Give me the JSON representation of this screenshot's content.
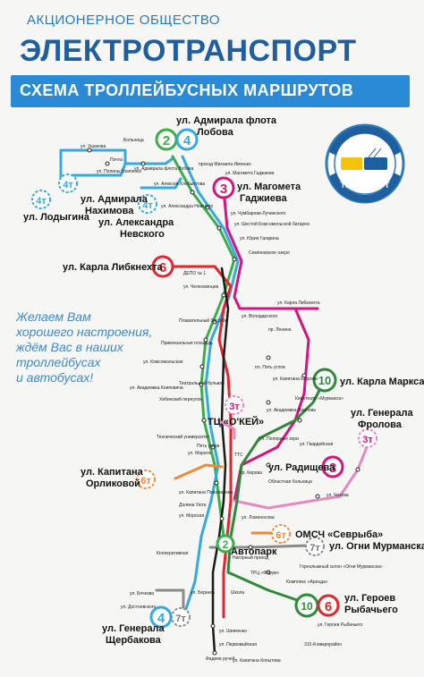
{
  "header": {
    "company": "АКЦИОНЕРНОЕ ОБЩЕСТВО",
    "title": "ЭЛЕКТРОТРАНСПОРТ",
    "subtitle": "СХЕМА ТРОЛЛЕЙБУСНЫХ МАРШРУТОВ"
  },
  "logo": {
    "top": "ЭЛЕКТРО",
    "bottom": "ТРАНСПОРТ"
  },
  "greeting": [
    "Желаем Вам",
    "хорошего настроения,",
    "ждём Вас в наших",
    "троллейбусах",
    "и автобусах!"
  ],
  "colors": {
    "route2": "#3cae49",
    "route4": "#36a9e1",
    "route4t": "#36a9e1",
    "route3": "#d4147f",
    "route3t": "#e48ac0",
    "route6": "#e3262d",
    "route6t": "#ef8a3c",
    "route10": "#2e8a3a",
    "route7t": "#8a8a8a",
    "route9": "#1a1a1a",
    "background": "#f6f6f4",
    "heading": "#1f5fa0",
    "band": "#2a8ad6"
  },
  "terminals": [
    {
      "id": "t-2",
      "label": "2",
      "color": "#3cae49",
      "dashed": false
    },
    {
      "id": "t-4",
      "label": "4",
      "color": "#36a9e1",
      "dashed": false
    },
    {
      "id": "t-3",
      "label": "3",
      "color": "#d4147f",
      "dashed": false
    },
    {
      "id": "t-4t-a",
      "label": "4т",
      "color": "#36a9e1",
      "dashed": true
    },
    {
      "id": "t-4t-b",
      "label": "4т",
      "color": "#36a9e1",
      "dashed": true
    },
    {
      "id": "t-4t-c",
      "label": "4т",
      "color": "#36a9e1",
      "dashed": true
    },
    {
      "id": "t-6",
      "label": "6",
      "color": "#e3262d",
      "dashed": false
    },
    {
      "id": "t-10",
      "label": "10",
      "color": "#2e8a3a",
      "dashed": false
    },
    {
      "id": "t-3t-a",
      "label": "3т",
      "color": "#e48ac0",
      "dashed": true
    },
    {
      "id": "t-3t-b",
      "label": "3т",
      "color": "#e48ac0",
      "dashed": true
    },
    {
      "id": "t-3-b",
      "label": "3",
      "color": "#d4147f",
      "dashed": false
    },
    {
      "id": "t-6t-a",
      "label": "6т",
      "color": "#ef8a3c",
      "dashed": true
    },
    {
      "id": "t-6t-b",
      "label": "6т",
      "color": "#ef8a3c",
      "dashed": true
    },
    {
      "id": "t-2-b",
      "label": "2",
      "color": "#3cae49",
      "dashed": false
    },
    {
      "id": "t-7t-a",
      "label": "7т",
      "color": "#8a8a8a",
      "dashed": true
    },
    {
      "id": "t-7t-b",
      "label": "7т",
      "color": "#8a8a8a",
      "dashed": true
    },
    {
      "id": "t-4-b",
      "label": "4",
      "color": "#36a9e1",
      "dashed": false
    },
    {
      "id": "t-10-b",
      "label": "10",
      "color": "#2e8a3a",
      "dashed": false
    },
    {
      "id": "t-6-b",
      "label": "6",
      "color": "#e3262d",
      "dashed": false
    }
  ],
  "terminal_labels": [
    "ул. Адмирала флота",
    "Лобова",
    "ул. Магомета",
    "Гаджиева",
    "ул. Адмирала",
    "Нахимова",
    "ул. Лодыгина",
    "ул. Александра",
    "Невского",
    "ул. Карла Либкнехта",
    "ул. Карла Маркса",
    "ТЦ «О'КЕЙ»",
    "ул. Генерала",
    "Фролова",
    "ул. Радищева",
    "ул. Капитана",
    "Орликовой",
    "ОМСЧ «Севрыба»",
    "Автопарк",
    "ул. Огни Мурманска",
    "ул. Генерала",
    "Щербакова",
    "ул. Героев",
    "Рыбачьего"
  ],
  "stops": [
    "ул. Ушакова",
    "Больница",
    "Почта",
    "ул. Полины Осипенко",
    "ул. Адмирала флота Лобова",
    "проезд Михаила Ивченко",
    "ул. Магомета Гаджиева",
    "ул. Алексея Хлобыстова",
    "ул. Александра Невского",
    "ул. Чумбарова-Лучинского",
    "ул. Шестой Комсомольской батареи",
    "ул. Юрия Гагарина",
    "Семёновское озеро",
    "ДЕПО № 1",
    "ул. Челюскинцев",
    "ул. Карла Либкнехта",
    "Плавательный бассейн",
    "ул. Володарского",
    "пр. Ленина",
    "Привокзальная площадь",
    "ул. Комсомольская",
    "пл. Пять углов",
    "ул. Академика Книповича",
    "Театральный бульвар",
    "Хибинский переулок",
    "ул. Капитана Егорова",
    "Кинотеатр «Мурманск»",
    "ул. Академика Павлова",
    "Технический университет",
    "ул. Марата",
    "ул. Полярные зори",
    "ул. Гвардейская",
    "Областная больница",
    "пр. Кирова",
    "ТТС",
    "Пять углов",
    "ул. Капитана Пономарева",
    "ул. Чехова",
    "Долина Уюта",
    "ул. Морская",
    "ул. Ломоносова",
    "Кооперативная",
    "Нагорный проезд",
    "ТРЦ «Форум»",
    "Горнолыжный склон «Огни Мурманска»",
    "ул. Бочкова",
    "ул. Достоевского",
    "Комплекс «Аренда»",
    "ул. Беринга",
    "Школа",
    "ул. Шевченко",
    "ул. Первомайская",
    "ул. Героев Рыбачьего",
    "310-й микрорайон",
    "Фадеев ручей",
    "ул. Капитана Копытова"
  ]
}
